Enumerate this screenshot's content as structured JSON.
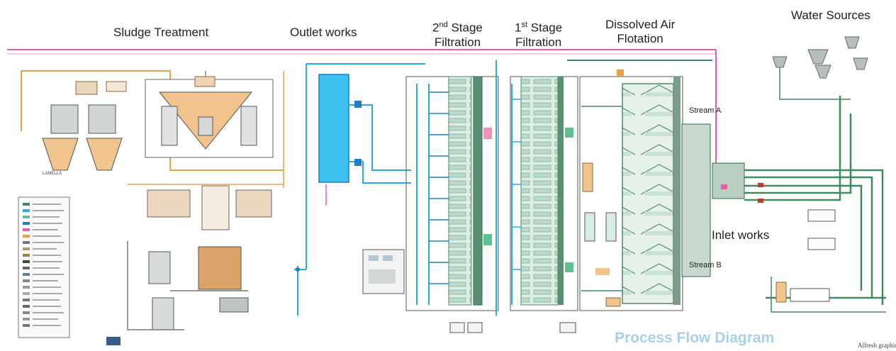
{
  "sections": {
    "sludge_treatment": "Sludge Treatment",
    "outlet_works": "Outlet works",
    "stage2": {
      "ordinal": "2",
      "suffix": "nd",
      "line1_rest": " Stage",
      "line2": "Filtration"
    },
    "stage1": {
      "ordinal": "1",
      "suffix": "st",
      "line1_rest": " Stage",
      "line2": "Filtration"
    },
    "daf": {
      "line1": "Dissolved Air",
      "line2": "Flotation"
    },
    "water_sources": "Water Sources",
    "inlet_works": "Inlet works"
  },
  "streams": {
    "a": "Stream A",
    "b": "Stream B"
  },
  "diagram_title": "Process Flow Diagram",
  "credit": "Alfresh graphic",
  "colors": {
    "pink": "#e85fa8",
    "cyan": "#29abe2",
    "blue": "#1a7fc7",
    "orange": "#e8a04a",
    "green": "#3d8b5f",
    "dark_green": "#2d6b4e",
    "tan": "#f1c38d",
    "gray": "#8a8f8d"
  }
}
